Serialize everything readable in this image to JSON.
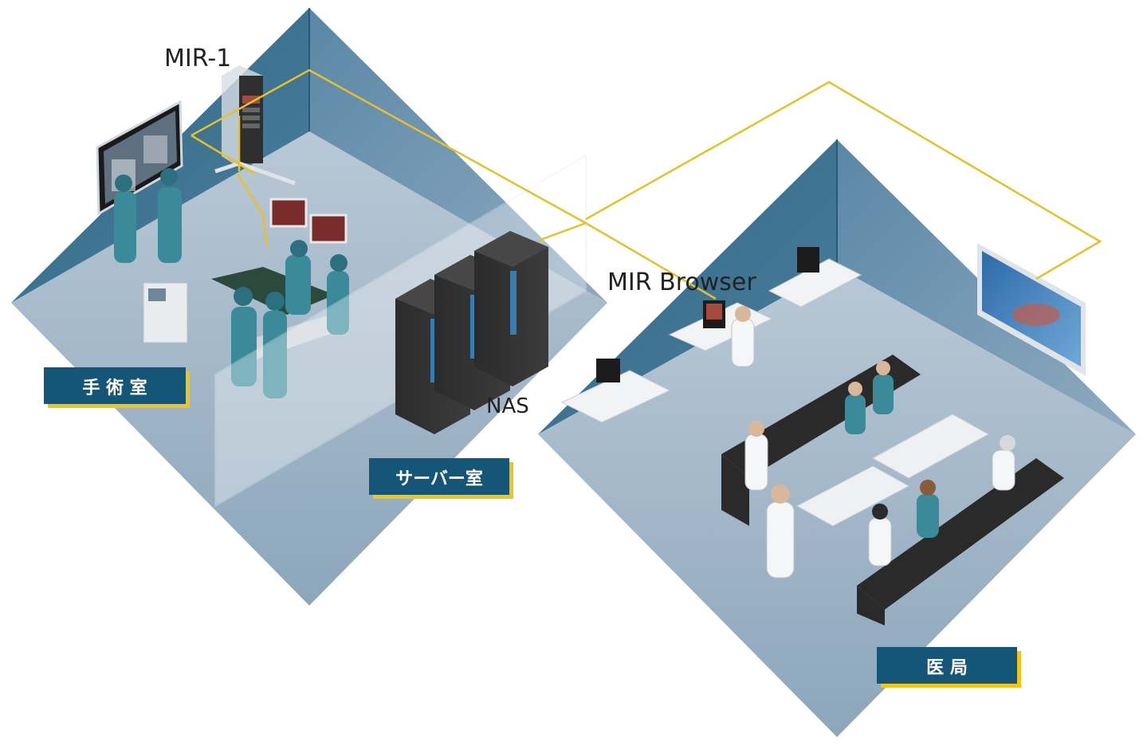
{
  "labels": {
    "mir1": "MIR-1",
    "mir_browser": "MIR Browser",
    "nas": "NAS"
  },
  "rooms": {
    "operating_room": "手 術 室",
    "server_room": "サーバー室",
    "medical_office": "医 局"
  },
  "colors": {
    "room_floor": "#9fb4c6",
    "room_wall_dark": "#3d6f8d",
    "room_wall_light": "#7f9db5",
    "badge_bg": "#155578",
    "badge_accent": "#f0c419",
    "network_line": "#e8c02a"
  }
}
